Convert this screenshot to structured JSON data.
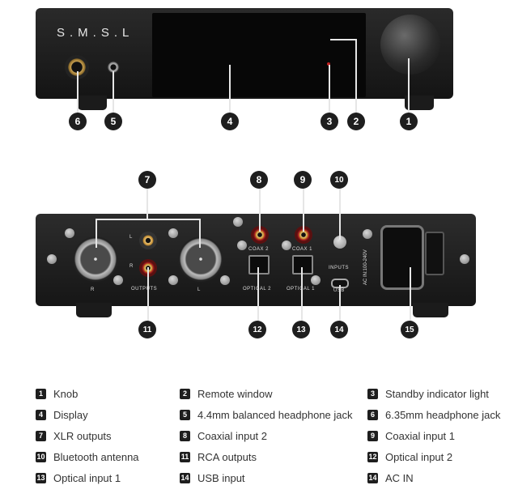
{
  "front_panel": {
    "brand": "S.M.S.L"
  },
  "rear_panel": {
    "labels": {
      "r_left": "R",
      "l_left": "L",
      "outputs": "OUTPUTS",
      "l_rca": "L",
      "r_rca": "R",
      "coax2": "COAX 2",
      "coax1": "COAX 1",
      "optical2": "OPTICAL 2",
      "optical1": "OPTICAL 1",
      "inputs": "INPUTS",
      "usb": "USB",
      "ac_in": "AC IN:100-240V"
    }
  },
  "callouts": [
    "1",
    "2",
    "3",
    "4",
    "5",
    "6",
    "7",
    "8",
    "9",
    "10",
    "11",
    "12",
    "13",
    "14",
    "15"
  ],
  "legend": [
    {
      "num": "1",
      "label": "Knob"
    },
    {
      "num": "2",
      "label": "Remote window"
    },
    {
      "num": "3",
      "label": "Standby indicator light"
    },
    {
      "num": "4",
      "label": "Display"
    },
    {
      "num": "5",
      "label": "4.4mm balanced headphone jack"
    },
    {
      "num": "6",
      "label": "6.35mm headphone jack"
    },
    {
      "num": "7",
      "label": "XLR outputs"
    },
    {
      "num": "8",
      "label": "Coaxial input 2"
    },
    {
      "num": "9",
      "label": "Coaxial input 1"
    },
    {
      "num": "10",
      "label": "Bluetooth antenna"
    },
    {
      "num": "11",
      "label": "RCA outputs"
    },
    {
      "num": "12",
      "label": "Optical input 2"
    },
    {
      "num": "13",
      "label": "Optical input 1"
    },
    {
      "num": "14",
      "label": "USB input"
    },
    {
      "num": "14",
      "label": "AC IN"
    }
  ]
}
